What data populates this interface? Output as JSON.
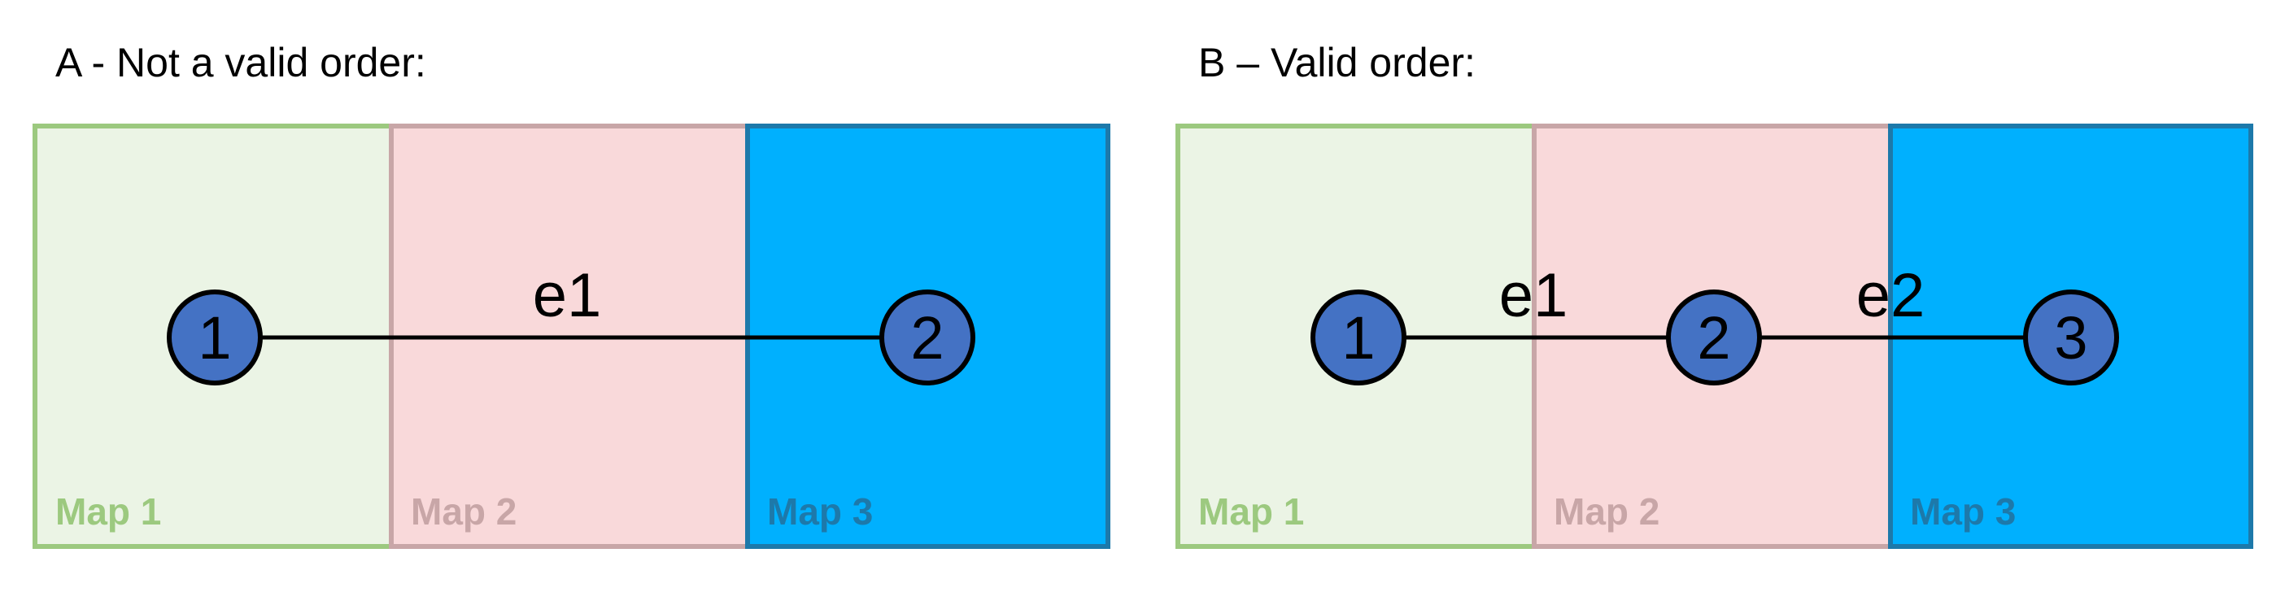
{
  "colors": {
    "map1_fill": "#ebf4e5",
    "map1_border": "#9cc97f",
    "map2_fill": "#f9d9da",
    "map2_border": "#c8a6a7",
    "map3_fill": "#00b0fe",
    "map3_border": "#1d79aa",
    "node_fill": "#4472c4",
    "node_stroke": "#000000",
    "edge": "#000000"
  },
  "panels": [
    {
      "id": "a",
      "title": "A - Not a valid order:",
      "maps": [
        {
          "label": "Map 1"
        },
        {
          "label": "Map 2"
        },
        {
          "label": "Map 3"
        }
      ],
      "nodes": [
        {
          "label": "1"
        },
        {
          "label": "2"
        }
      ],
      "edges": [
        {
          "label": "e1",
          "from": "1",
          "to": "2"
        }
      ]
    },
    {
      "id": "b",
      "title": "B – Valid order:",
      "maps": [
        {
          "label": "Map 1"
        },
        {
          "label": "Map 2"
        },
        {
          "label": "Map 3"
        }
      ],
      "nodes": [
        {
          "label": "1"
        },
        {
          "label": "2"
        },
        {
          "label": "3"
        }
      ],
      "edges": [
        {
          "label": "e1",
          "from": "1",
          "to": "2"
        },
        {
          "label": "e2",
          "from": "2",
          "to": "3"
        }
      ]
    }
  ]
}
